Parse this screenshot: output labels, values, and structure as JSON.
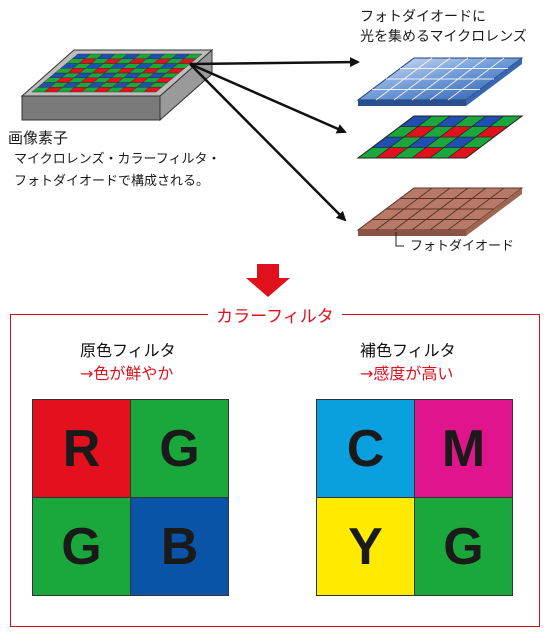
{
  "labels": {
    "photodiode_microlens_line1": "フォトダイオードに",
    "photodiode_microlens_line2": "光を集めるマイクロレンズ",
    "pixel_title": "画像素子",
    "pixel_desc_line1": "マイクロレンズ・カラーフィルタ・",
    "pixel_desc_line2": "フォトダイオードで構成される。",
    "photodiode": "フォトダイオード"
  },
  "color_filter_title": "カラーフィルタ",
  "primary": {
    "title": "原色フィルタ",
    "subtitle": "→色が鮮やか",
    "cells": [
      {
        "letter": "R",
        "color": "#e3101e"
      },
      {
        "letter": "G",
        "color": "#1aa83c"
      },
      {
        "letter": "G",
        "color": "#1aa83c"
      },
      {
        "letter": "B",
        "color": "#0a54a8"
      }
    ]
  },
  "complementary": {
    "title": "補色フィルタ",
    "subtitle": "→感度が高い",
    "cells": [
      {
        "letter": "C",
        "color": "#0aa0e0"
      },
      {
        "letter": "M",
        "color": "#e0148c"
      },
      {
        "letter": "Y",
        "color": "#ffea00"
      },
      {
        "letter": "G",
        "color": "#1aa83c"
      }
    ]
  },
  "colors": {
    "accent_red": "#e0101c",
    "frame_red": "#c0121c",
    "microlens_blue": "#4a86d0",
    "photodiode_brown": "#b87a68"
  }
}
